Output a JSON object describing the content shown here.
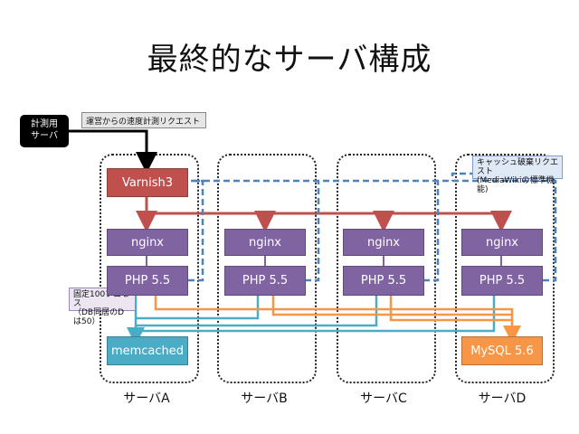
{
  "title": "最終的なサーバ構成",
  "measure_box": {
    "line1": "計測用",
    "line2": "サーバ"
  },
  "notes": {
    "measure_request": "運営からの速度計測リクエスト",
    "purge_line1": "キャッシュ破棄リクエスト",
    "purge_line2": "(MediaWikiの標準機能)",
    "process_line1": "固定100プロセス",
    "process_line2": "（DB同居のDは50）"
  },
  "nodes": {
    "varnish": "Varnish3",
    "nginx": "nginx",
    "php": "PHP 5.5",
    "memcached": "memcached",
    "mysql": "MySQL 5.6"
  },
  "servers": [
    {
      "label": "サーバA"
    },
    {
      "label": "サーバB"
    },
    {
      "label": "サーバC"
    },
    {
      "label": "サーバD"
    }
  ],
  "colors": {
    "varnish": "#c0504d",
    "nginx_php": "#8064a2",
    "memcached": "#4bacc6",
    "mysql": "#f79646",
    "purge": "#4f81bd"
  }
}
